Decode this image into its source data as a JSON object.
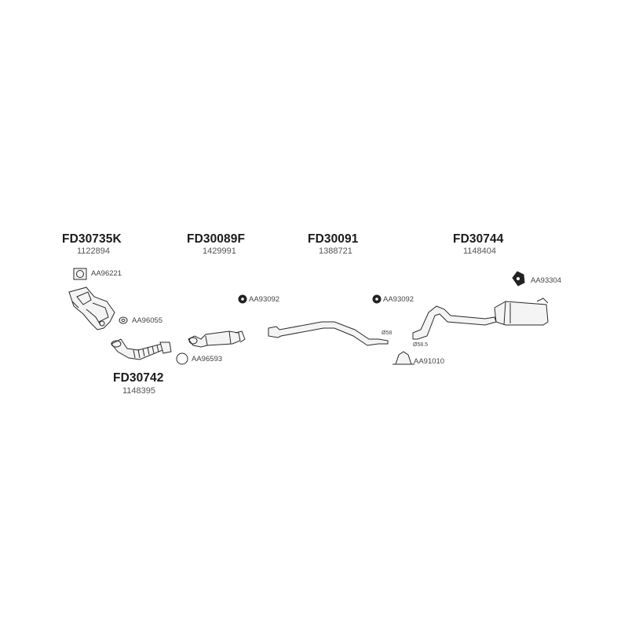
{
  "parts": {
    "catalyst": {
      "code": "FD30735K",
      "number": "1122894"
    },
    "flexpipe": {
      "code": "FD30742",
      "number": "1148395"
    },
    "front_pipe": {
      "code": "FD30089F",
      "number": "1429991"
    },
    "middle_pipe": {
      "code": "FD30091",
      "number": "1388721"
    },
    "rear_silencer": {
      "code": "FD30744",
      "number": "1148404"
    }
  },
  "accessories": {
    "gasket_square": "AA96221",
    "gasket_ring_1": "AA96055",
    "gasket_ring_2": "AA96593",
    "rubber_mount_1": "AA93092",
    "rubber_mount_2": "AA93092",
    "rubber_mount_rear": "AA93304",
    "clamp": "AA91010"
  },
  "diameters": {
    "d1": "Ø58",
    "d2": "Ø58.5"
  }
}
